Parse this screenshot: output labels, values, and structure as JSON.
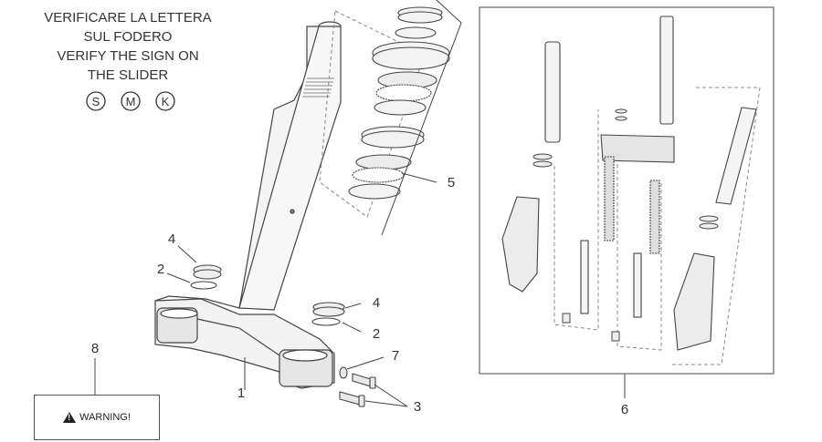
{
  "notice": {
    "lines": [
      "VERIFICARE LA LETTERA",
      "SUL FODERO",
      "VERIFY THE SIGN ON",
      "THE SLIDER"
    ],
    "letters": [
      "S",
      "M",
      "K"
    ]
  },
  "callouts": {
    "c1": "1",
    "c2a": "2",
    "c2b": "2",
    "c3": "3",
    "c4a": "4",
    "c4b": "4",
    "c5": "5",
    "c6": "6",
    "c7": "7",
    "c8": "8"
  },
  "warning": {
    "label": "WARNING!",
    "icon": "warning-triangle-icon"
  }
}
